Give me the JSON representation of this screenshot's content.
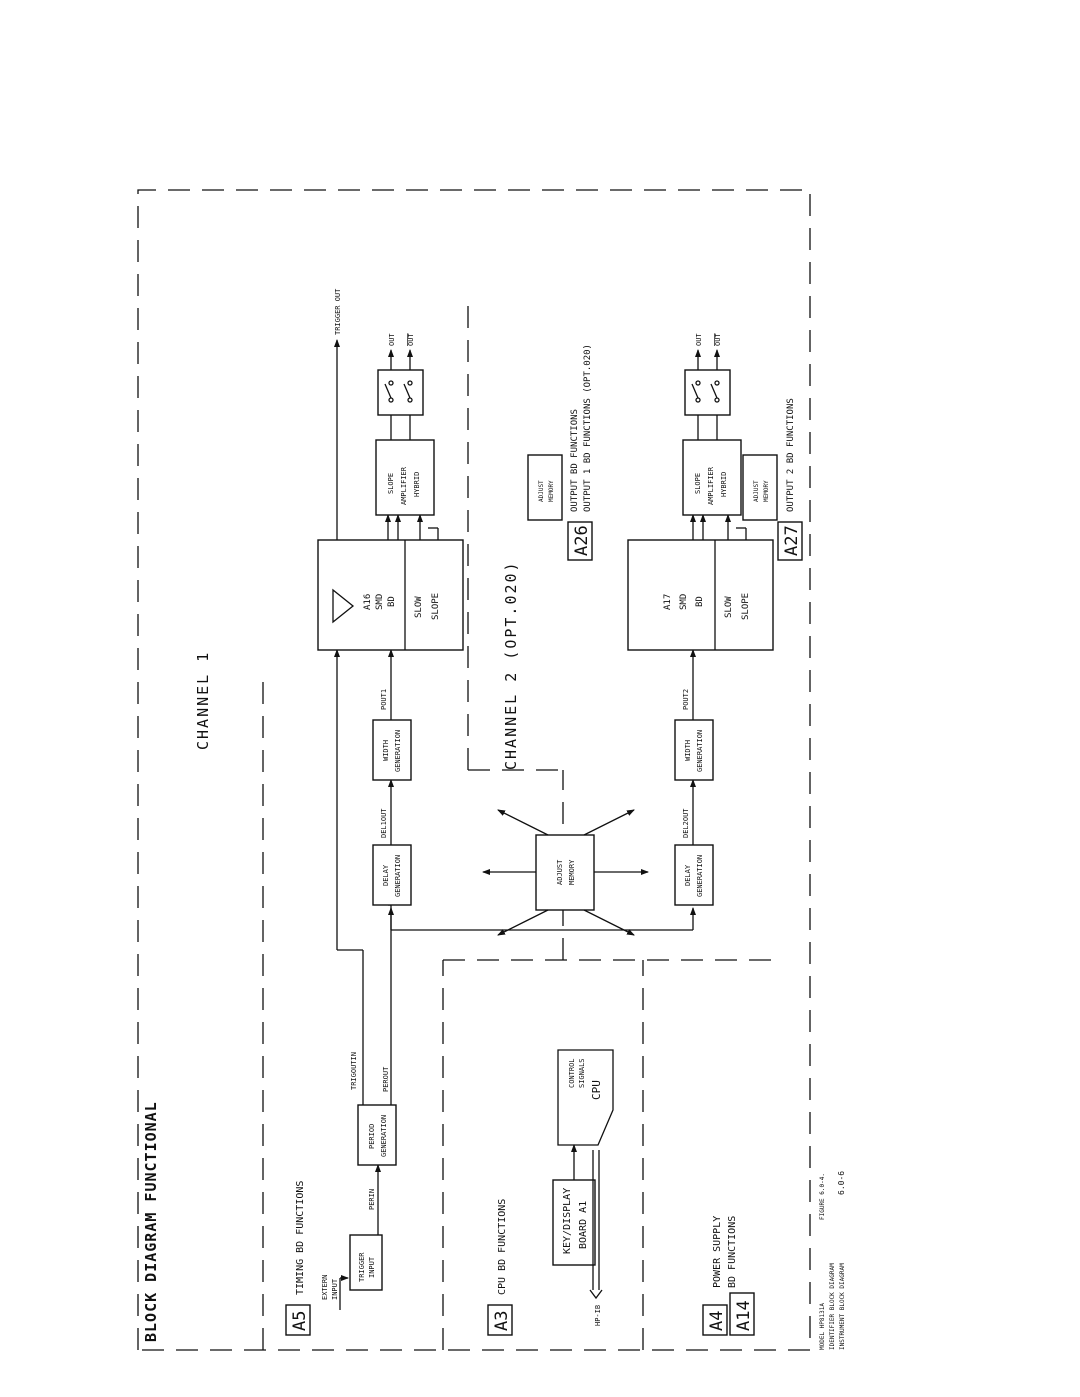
{
  "title": "BLOCK DIAGRAM FUNCTIONAL",
  "sections": {
    "a5": {
      "tag": "A5",
      "label": "TIMING BD FUNCTIONS"
    },
    "a3": {
      "tag": "A3",
      "label": "CPU BD FUNCTIONS"
    },
    "a4": {
      "tag": "A4"
    },
    "a14": {
      "tag": "A14",
      "label_line1": "POWER SUPPLY",
      "label_line2": "BD FUNCTIONS"
    },
    "a26": {
      "tag": "A26",
      "label_line1": "OUTPUT BD FUNCTIONS",
      "label_line2": "OUTPUT 1 BD FUNCTIONS (OPT.020)"
    },
    "a27": {
      "tag": "A27",
      "label": "OUTPUT 2 BD FUNCTIONS"
    }
  },
  "channels": {
    "ch1": "CHANNEL 1",
    "ch2": "CHANNEL 2 (OPT.020)"
  },
  "blocks": {
    "trigger_input": [
      "TRIGGER",
      "INPUT"
    ],
    "period_generation": [
      "PERIOD",
      "GENERATION"
    ],
    "delay_gen_1": [
      "DELAY",
      "GENERATION"
    ],
    "width_gen_1": [
      "WIDTH",
      "GENERATION"
    ],
    "delay_gen_2": [
      "DELAY",
      "GENERATION"
    ],
    "width_gen_2": [
      "WIDTH",
      "GENERATION"
    ],
    "adjust_memory_cpu": [
      "ADJUST",
      "MEMORY"
    ],
    "adjust_memory_1": [
      "ADJUST",
      "MEMORY"
    ],
    "adjust_memory_2": [
      "ADJUST",
      "MEMORY"
    ],
    "smd_1": [
      "A16",
      "SMD",
      "BD"
    ],
    "smd_2": [
      "A17",
      "SMD",
      "BD"
    ],
    "slow_slope": [
      "SLOW",
      "SLOPE"
    ],
    "slope_amp": [
      "SLOPE",
      "AMPLIFIER",
      "HYBRID"
    ],
    "cpu": "CPU",
    "control_signals": [
      "CONTROL",
      "SIGNALS"
    ],
    "key_display": [
      "KEY/DISPLAY",
      "BOARD A1"
    ]
  },
  "signals": {
    "extern_input": [
      "EXTERN",
      "INPUT"
    ],
    "perin": "PERIN",
    "trigoutin": "TRIGOUTIN",
    "perout": "PEROUT",
    "del1out": "DEL1OUT",
    "pout1": "POUT1",
    "del2out": "DEL2OUT",
    "pout2": "POUT2",
    "trigger_out": "TRIGGER OUT",
    "out": "OUT",
    "out_bar": "OUT",
    "hpib": "HP-IB"
  },
  "footer": {
    "model": "MODEL HP8131A",
    "figure": "FIGURE 6.0-4.",
    "identifier": "IDENTIFIER BLOCK DIAGRAM",
    "instrument": "INSTRUMENT BLOCK DIAGRAM",
    "page": "6.0-6"
  }
}
